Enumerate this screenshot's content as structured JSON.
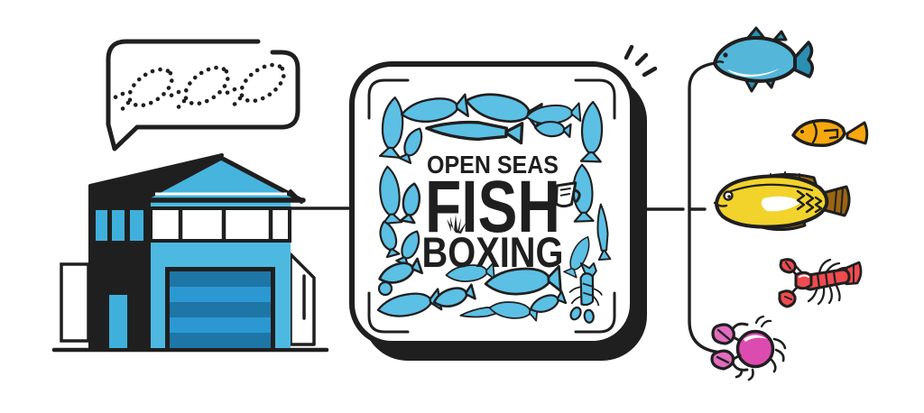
{
  "palette": {
    "paper": "#ffffff",
    "ink": "#1f1f1f",
    "roof-blue": "#47b4de",
    "wall-blue": "#4db9e1",
    "window-blue": "#3fb0dc",
    "door-light": "#2b98d2",
    "door-dark": "#1e76a6",
    "pattern-blue": "#5cbfe4",
    "tuna-blue": "#54b7d9",
    "tuna-fin": "#2b8fb2",
    "small-fish-orange": "#f6a80e",
    "flounder-yellow": "#f2d32b",
    "flounder-brown": "#9a6512",
    "lobster-red": "#ef4b4f",
    "crab-pink": "#dc4bae",
    "crab-claw-pink": "#e26cc0"
  },
  "box": {
    "line1": "OPEN SEAS",
    "line2": "FISH",
    "line3": "BOXING"
  },
  "scene": {
    "left_icons": [
      "warehouse-icon",
      "speech-bubble-fish-icon"
    ],
    "box_icons": [
      "fish-pattern",
      "fish-hook-mug-icon",
      "seaweed-tuft-icon",
      "sparkle-marks-icon"
    ],
    "creatures": [
      {
        "icon": "tuna-icon",
        "color_key": "tuna-blue"
      },
      {
        "icon": "small-fish-icon",
        "color_key": "small-fish-orange"
      },
      {
        "icon": "flounder-icon",
        "color_key": "flounder-yellow"
      },
      {
        "icon": "lobster-icon",
        "color_key": "lobster-red"
      },
      {
        "icon": "crab-icon",
        "color_key": "crab-pink"
      }
    ]
  }
}
